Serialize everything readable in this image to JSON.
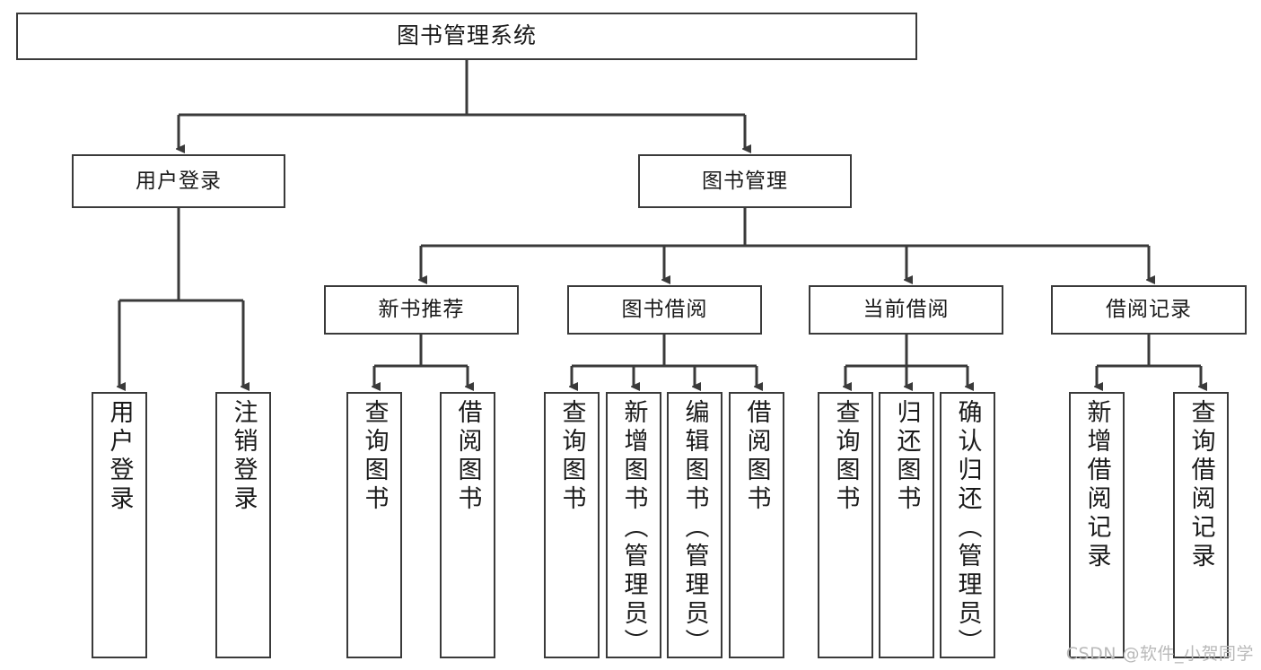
{
  "diagram": {
    "title": "图书管理系统",
    "type": "tree-hierarchy-chart",
    "background_color": "#ffffff",
    "line_color": "#3a3a3a",
    "text_color": "#1a1a1a"
  },
  "root": {
    "label": "图书管理系统"
  },
  "tier1": [
    {
      "label": "用户登录"
    },
    {
      "label": "图书管理"
    }
  ],
  "tier2": [
    {
      "label": "新书推荐"
    },
    {
      "label": "图书借阅"
    },
    {
      "label": "当前借阅"
    },
    {
      "label": "借阅记录"
    }
  ],
  "leaves": [
    {
      "label": "用户登录"
    },
    {
      "label": "注销登录"
    },
    {
      "label": "查询图书"
    },
    {
      "label": "借阅图书"
    },
    {
      "label": "查询图书"
    },
    {
      "label": "新增图书（管理员）"
    },
    {
      "label": "编辑图书（管理员）"
    },
    {
      "label": "借阅图书"
    },
    {
      "label": "查询图书"
    },
    {
      "label": "归还图书"
    },
    {
      "label": "确认归还（管理员）"
    },
    {
      "label": "新增借阅记录"
    },
    {
      "label": "查询借阅记录"
    }
  ],
  "watermark": {
    "text": "CSDN @软件_小贺同学"
  }
}
